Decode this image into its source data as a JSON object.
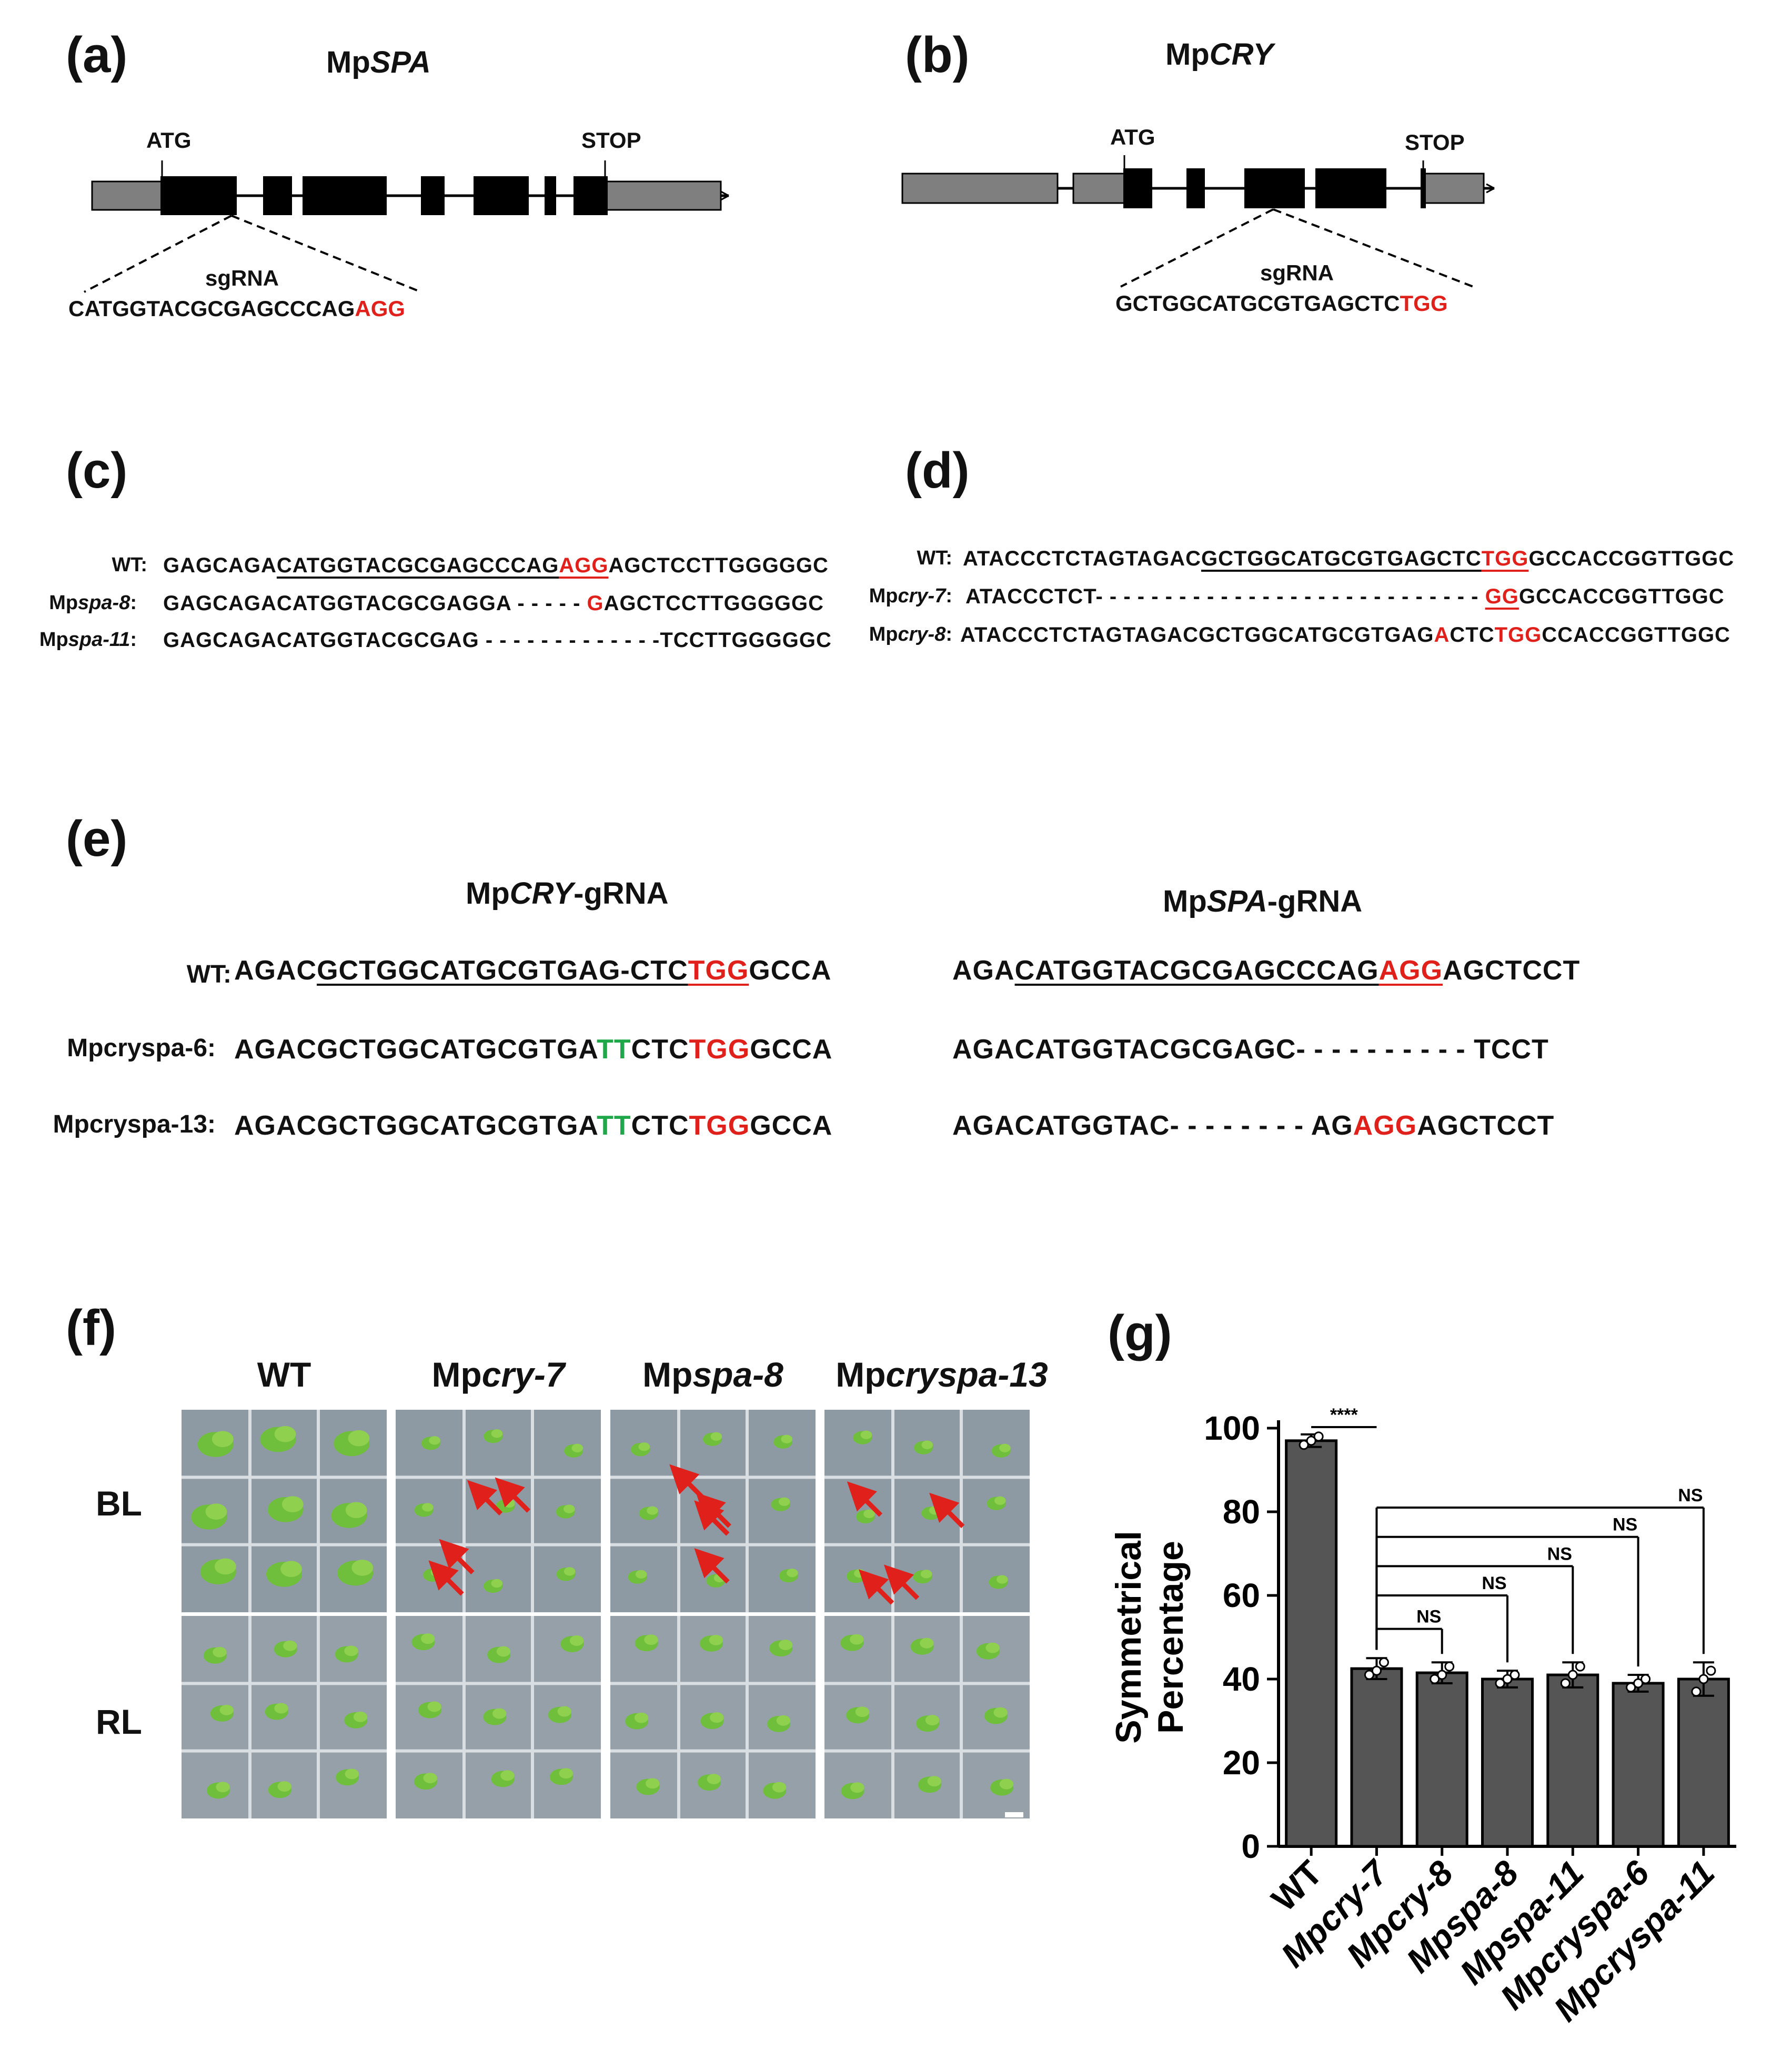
{
  "panel_a": {
    "label": "(a)",
    "gene_prefix": "Mp",
    "gene_italic": "SPA",
    "atg": "ATG",
    "stop": "STOP",
    "sgrna_label": "sgRNA",
    "sgrna_seq": "CATGGTACGCGAGCCCAG",
    "sgrna_pam": "AGG"
  },
  "panel_b": {
    "label": "(b)",
    "gene_prefix": "Mp",
    "gene_italic": "CRY",
    "atg": "ATG",
    "stop": "STOP",
    "sgrna_label": "sgRNA",
    "sgrna_seq": "GCTGGCATGCGTGAGCTC",
    "sgrna_pam": "TGG"
  },
  "panel_c": {
    "label": "(c)",
    "wt_label": "WT:",
    "wt_seq_pre": "GAGCAGA",
    "wt_seq_target": "CATGGTACGCGAGCCCAG",
    "wt_seq_pam": "AGG",
    "wt_seq_post": "AGCTCCTTGGGGGC",
    "m1_prefix": "Mp",
    "m1_italic": "spa-8",
    "m1_suffix": ":",
    "m1_seq_a": "GAGCAGACATGGTACGCGAGGA - - - - - ",
    "m1_seq_red": "G",
    "m1_seq_b": "AGCTCCTTGGGGGC",
    "m2_prefix": "Mp",
    "m2_italic": "spa-11",
    "m2_suffix": ":",
    "m2_seq": "GAGCAGACATGGTACGCGAG - - - - - - - - - - - - -TCCTTGGGGGC"
  },
  "panel_d": {
    "label": "(d)",
    "wt_label": "WT:",
    "wt_seq_pre": "ATACCCTCTAGTAGAC",
    "wt_seq_target": "GCTGGCATGCGTGAGCTC",
    "wt_seq_pam": "TGG",
    "wt_seq_post": "GCCACCGGTTGGC",
    "m1_prefix": "Mp",
    "m1_italic": "cry-7",
    "m1_suffix": ":",
    "m1_seq_a": "ATACCCTCT- - - - - - - - - - - - - - - - - - - - - - - - - - - - ",
    "m1_seq_red": "GG",
    "m1_seq_b": "GCCACCGGTTGGC",
    "m2_prefix": "Mp",
    "m2_italic": "cry-8",
    "m2_suffix": ":",
    "m2_seq_a": "ATACCCTCTAGTAGACGCTGGCATGCGTGAG",
    "m2_seq_red1": "A",
    "m2_seq_b": "CTC",
    "m2_seq_red2": "TGG",
    "m2_seq_c": "CCACCGGTTGGC"
  },
  "panel_e": {
    "label": "(e)",
    "cry_title_prefix": "Mp",
    "cry_title_italic": "CRY",
    "cry_title_suffix": "-gRNA",
    "spa_title_prefix": "Mp",
    "spa_title_italic": "SPA",
    "spa_title_suffix": "-gRNA",
    "wt_label": "WT:",
    "wt_cry_pre": "AGAC",
    "wt_cry_target": "GCTGGCATGCGTGAG-CTC",
    "wt_cry_pam": "TGG",
    "wt_cry_post": "GCCA",
    "wt_spa_pre": "AGA",
    "wt_spa_target": "CATGGTACGCGAGCCCAG",
    "wt_spa_pam": "AGG",
    "wt_spa_post": "AGCTCCT",
    "m6_label": "Mpcryspa-6:",
    "m6_cry_a": "AGACGCTGGCATGCGTGA",
    "m6_cry_green": "TT",
    "m6_cry_b": "CTC",
    "m6_cry_red": "TGG",
    "m6_cry_c": "GCCA",
    "m6_spa": "AGACATGGTACGCGAGC- - - - - - - - - - TCCT",
    "m13_label": "Mpcryspa-13:",
    "m13_cry_a": "AGACGCTGGCATGCGTGA",
    "m13_cry_green": "TT",
    "m13_cry_b": "CTC",
    "m13_cry_red": "TGG",
    "m13_cry_c": "GCCA",
    "m13_spa_a": "AGACATGGTAC- - - - - - - - AG",
    "m13_spa_red": "AGG",
    "m13_spa_b": "AGCTCCT"
  },
  "panel_f": {
    "label": "(f)",
    "col_wt": "WT",
    "col2_prefix": "Mp",
    "col2_italic": "cry-7",
    "col3_prefix": "Mp",
    "col3_italic": "spa-8",
    "col4_prefix": "Mp",
    "col4_italic": "cryspa-13",
    "row_bl": "BL",
    "row_rl": "RL"
  },
  "panel_g": {
    "label": "(g)",
    "sig_label": "****",
    "ns_label": "NS"
  },
  "chart_data": {
    "type": "bar",
    "ylabel_line1": "Symmetrical",
    "ylabel_line2": "Percentage",
    "ylim": [
      0,
      100
    ],
    "yticks": [
      0,
      20,
      40,
      60,
      80,
      100
    ],
    "categories": [
      "WT",
      "Mpcry-7",
      "Mpcry-8",
      "Mpspa-8",
      "Mpspa-11",
      "Mpcryspa-6",
      "Mpcryspa-11"
    ],
    "values": [
      97,
      42.5,
      41.5,
      40,
      41,
      39,
      40
    ],
    "errors": [
      1.5,
      2.5,
      2.5,
      2,
      3,
      2,
      4
    ],
    "points": [
      [
        96,
        97,
        98
      ],
      [
        41,
        42,
        44
      ],
      [
        40,
        41,
        43
      ],
      [
        39,
        40,
        41
      ],
      [
        39,
        41,
        43
      ],
      [
        38,
        39,
        40
      ],
      [
        37,
        40,
        42
      ]
    ],
    "bar_color": "#555555"
  }
}
